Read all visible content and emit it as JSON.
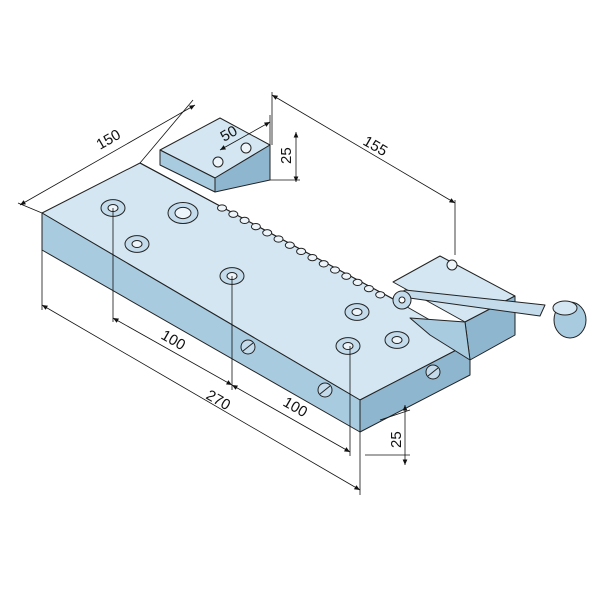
{
  "drawing": {
    "dimensions": {
      "width_back": "150",
      "jaw_width": "50",
      "jaw_height": "25",
      "jaw_travel": "155",
      "hole_spacing_upper": "100",
      "overall_length": "270",
      "hole_spacing_lower": "100",
      "plate_height": "25"
    },
    "colors": {
      "top_face": "#d3e6f2",
      "front_face": "#a9cbe0",
      "side_face": "#8fb6cf",
      "outline": "#222222"
    }
  }
}
